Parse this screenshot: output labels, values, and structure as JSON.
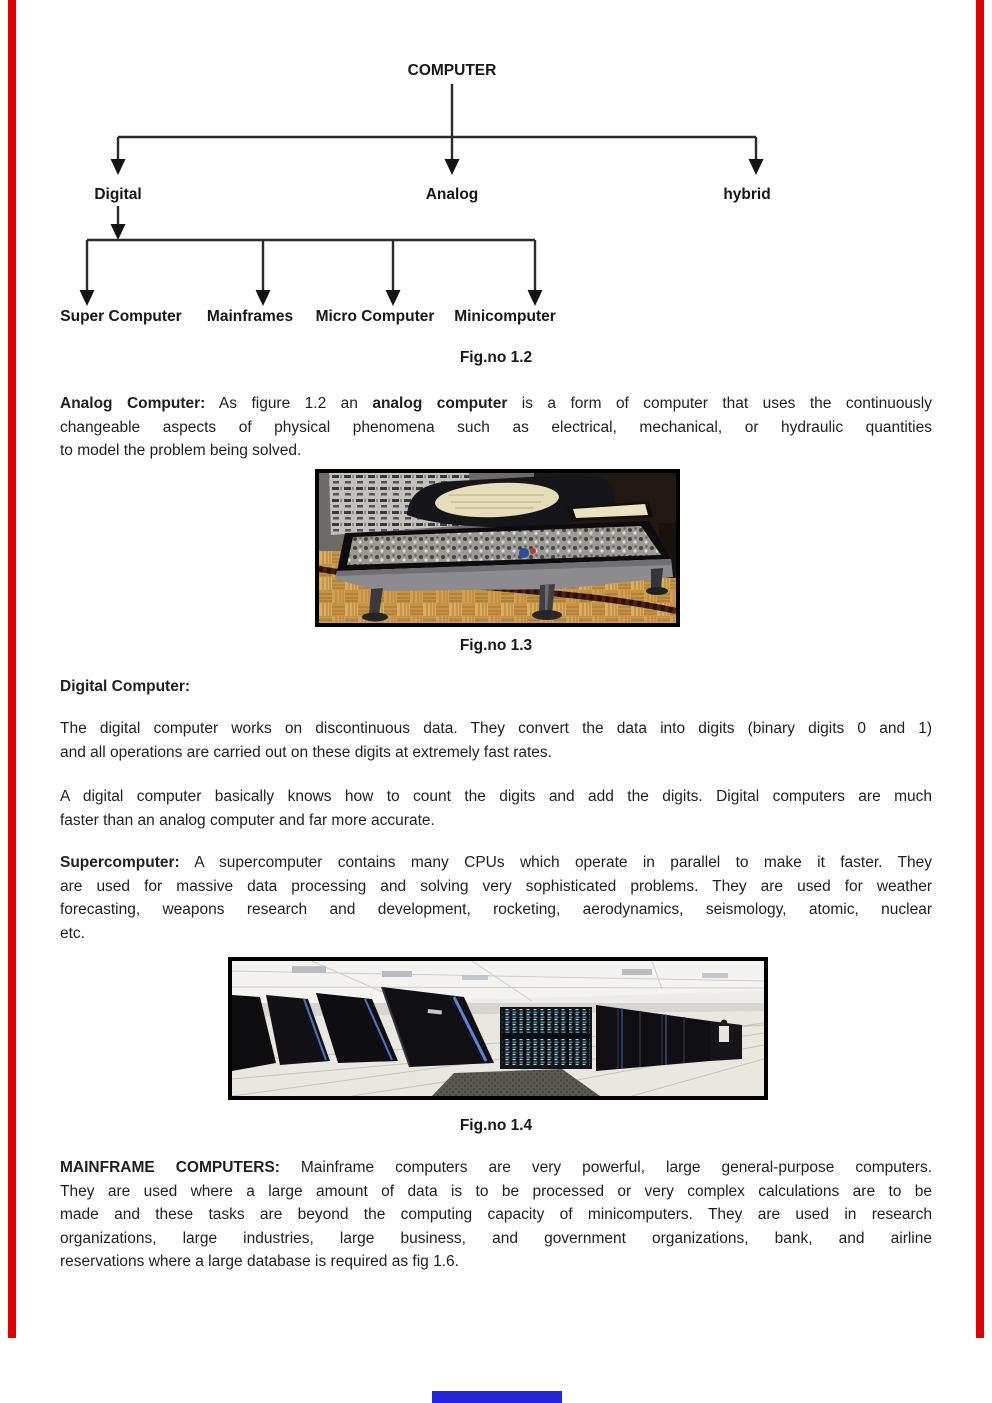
{
  "colors": {
    "page_border_red": "#e10000",
    "next_page_border_blue": "#2424d8",
    "text": "#1f1f1f"
  },
  "diagram": {
    "root": "COMPUTER",
    "level1": [
      "Digital",
      "Analog",
      "hybrid"
    ],
    "level2": [
      "Super Computer",
      "Mainframes",
      "Micro Computer",
      "Minicomputer"
    ]
  },
  "captions": {
    "fig12": "Fig.no 1.2",
    "fig13": "Fig.no 1.3",
    "fig14": "Fig.no 1.4"
  },
  "figures": {
    "fig13_name": "analog-computer-photo",
    "fig14_name": "supercomputer-data-center-photo"
  },
  "sections": {
    "analog": {
      "l1_lead": "Analog Computer:",
      "l1_a": " As figure 1.2 an ",
      "l1_bold": "analog computer",
      "l1_b": " is a form of computer that uses the continuously",
      "l2": "changeable aspects of physical phenomena such as electrical, mechanical, or hydraulic quantities",
      "l3": "to model the problem being solved."
    },
    "digital_heading": "Digital Computer:",
    "digital_p1": [
      "The digital computer works on discontinuous data. They convert the data into digits (binary digits 0 and 1)",
      "and all operations are carried out on these digits at extremely fast rates."
    ],
    "digital_p2": [
      "A digital computer basically knows how to count the digits and add the digits. Digital computers are much",
      "faster than an analog computer and far more accurate."
    ],
    "super": {
      "l1_lead": "Supercomputer:",
      "l1": " A supercomputer contains many CPUs which operate in parallel to make it faster. They",
      "l2": "are used for massive data processing and solving very sophisticated problems. They are used for weather",
      "l3": "forecasting, weapons research and development, rocketing, aerodynamics, seismology, atomic, nuclear",
      "l4": "etc."
    },
    "mainframe": {
      "l1_lead": "MAINFRAME COMPUTERS:",
      "l1": " Mainframe computers are very powerful, large general-purpose computers.",
      "l2": "They are used where a large amount of data is to be processed or very complex calculations are to be",
      "l3": "made and these tasks are beyond the computing capacity of minicomputers. They are used in research",
      "l4": "organizations, large industries, large business, and government organizations, bank, and airline",
      "l5": "reservations where a large database is required as fig 1.6."
    }
  }
}
